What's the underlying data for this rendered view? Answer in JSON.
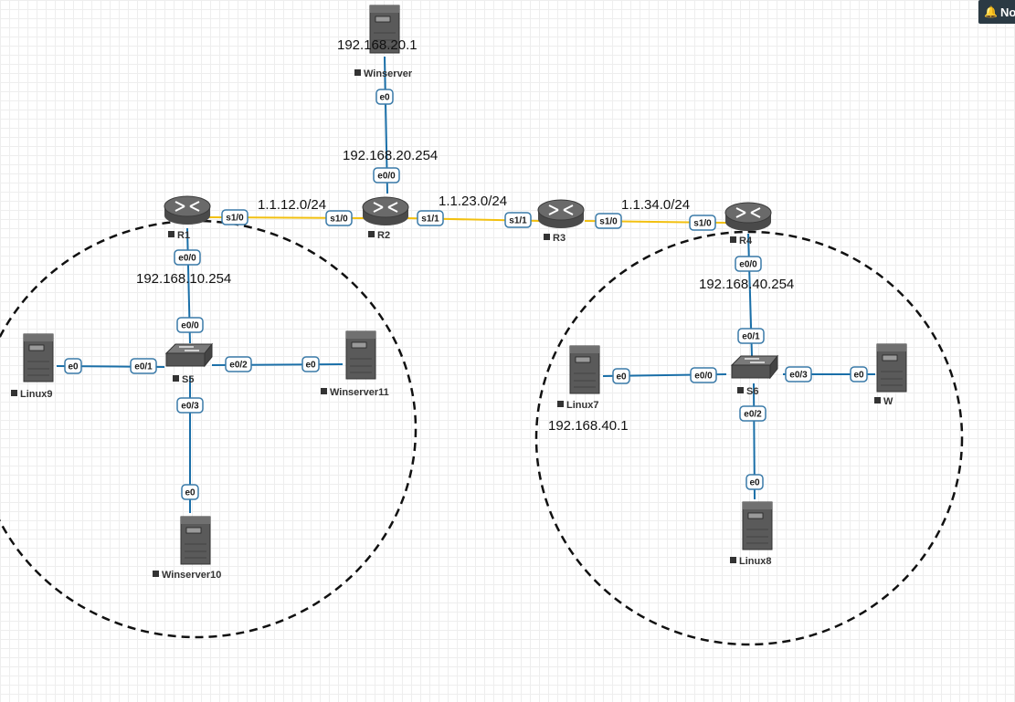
{
  "notification": {
    "label": "Notifications",
    "icon": "bell-icon"
  },
  "colors": {
    "ethernet_link": "#1a6fa8",
    "serial_link": "#f2c010",
    "port_border": "#3a7aa8",
    "device_body": "#5a5a5a",
    "lan_circle": "#111111"
  },
  "nodes": [
    {
      "id": "winserver",
      "label": "Winserver",
      "type": "server",
      "icon": "server-icon"
    },
    {
      "id": "r1",
      "label": "R1",
      "type": "router",
      "icon": "router-icon"
    },
    {
      "id": "r2",
      "label": "R2",
      "type": "router",
      "icon": "router-icon"
    },
    {
      "id": "r3",
      "label": "R3",
      "type": "router",
      "icon": "router-icon"
    },
    {
      "id": "r4",
      "label": "R4",
      "type": "router",
      "icon": "router-icon"
    },
    {
      "id": "s5",
      "label": "S5",
      "type": "switch",
      "icon": "switch-icon"
    },
    {
      "id": "s6",
      "label": "S6",
      "type": "switch",
      "icon": "switch-icon"
    },
    {
      "id": "linux9",
      "label": "Linux9",
      "type": "server",
      "icon": "server-icon"
    },
    {
      "id": "winserver11",
      "label": "Winserver11",
      "type": "server",
      "icon": "server-icon"
    },
    {
      "id": "winserver10",
      "label": "Winserver10",
      "type": "server",
      "icon": "server-icon"
    },
    {
      "id": "linux7",
      "label": "Linux7",
      "type": "server",
      "icon": "server-icon"
    },
    {
      "id": "w",
      "label": "W",
      "type": "server",
      "icon": "server-icon"
    },
    {
      "id": "linux8",
      "label": "Linux8",
      "type": "server",
      "icon": "server-icon"
    }
  ],
  "links": [
    {
      "from": "winserver",
      "to": "r2",
      "kind": "ethernet",
      "ports": [
        "e0",
        "e0/0"
      ]
    },
    {
      "from": "r1",
      "to": "r2",
      "kind": "serial",
      "ports": [
        "s1/0",
        "s1/0"
      ]
    },
    {
      "from": "r2",
      "to": "r3",
      "kind": "serial",
      "ports": [
        "s1/1",
        "s1/1"
      ]
    },
    {
      "from": "r3",
      "to": "r4",
      "kind": "serial",
      "ports": [
        "s1/0",
        "s1/0"
      ]
    },
    {
      "from": "r1",
      "to": "s5",
      "kind": "ethernet",
      "ports": [
        "e0/0",
        "e0/0"
      ]
    },
    {
      "from": "linux9",
      "to": "s5",
      "kind": "ethernet",
      "ports": [
        "e0",
        "e0/1"
      ]
    },
    {
      "from": "s5",
      "to": "winserver11",
      "kind": "ethernet",
      "ports": [
        "e0/2",
        "e0"
      ]
    },
    {
      "from": "s5",
      "to": "winserver10",
      "kind": "ethernet",
      "ports": [
        "e0/3",
        "e0"
      ]
    },
    {
      "from": "r4",
      "to": "s6",
      "kind": "ethernet",
      "ports": [
        "e0/0",
        "e0/1"
      ]
    },
    {
      "from": "linux7",
      "to": "s6",
      "kind": "ethernet",
      "ports": [
        "e0",
        "e0/0"
      ]
    },
    {
      "from": "s6",
      "to": "w",
      "kind": "ethernet",
      "ports": [
        "e0/3",
        "e0"
      ]
    },
    {
      "from": "s6",
      "to": "linux8",
      "kind": "ethernet",
      "ports": [
        "e0/2",
        "e0"
      ]
    }
  ],
  "network_labels": [
    {
      "id": "ip-winserver",
      "text": "192.168.20.1"
    },
    {
      "id": "ip-r2-lan",
      "text": "192.168.20.254"
    },
    {
      "id": "net-r1-r2",
      "text": "1.1.12.0/24"
    },
    {
      "id": "net-r2-r3",
      "text": "1.1.23.0/24"
    },
    {
      "id": "net-r3-r4",
      "text": "1.1.34.0/24"
    },
    {
      "id": "ip-r1-lan",
      "text": "192.168.10.254"
    },
    {
      "id": "ip-r4-lan",
      "text": "192.168.40.254"
    },
    {
      "id": "ip-linux7",
      "text": "192.168.40.1"
    }
  ],
  "lan_zones": [
    {
      "id": "lan-left",
      "style": "dashed"
    },
    {
      "id": "lan-right",
      "style": "dashed"
    }
  ]
}
